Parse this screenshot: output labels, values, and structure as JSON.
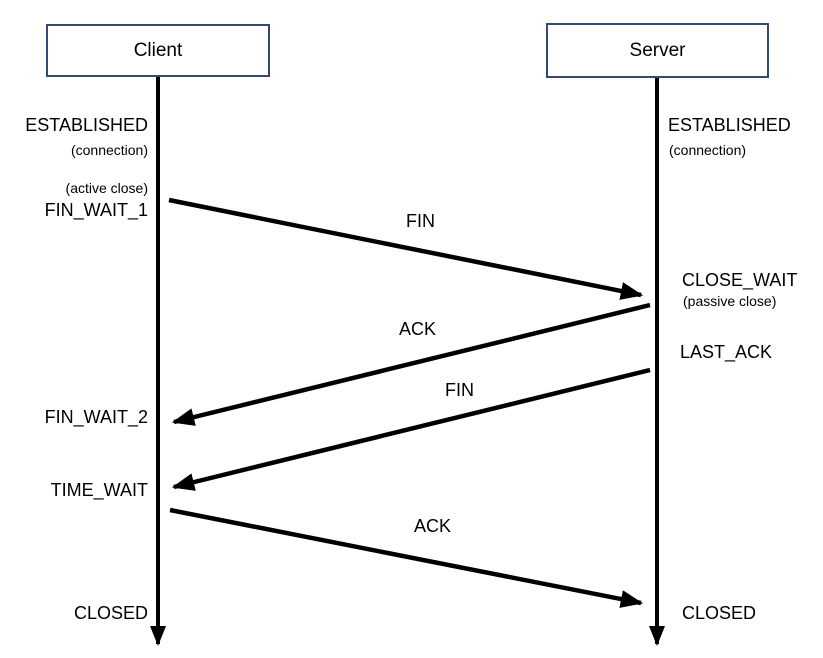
{
  "actors": {
    "client": "Client",
    "server": "Server"
  },
  "client_states": {
    "established": "ESTABLISHED",
    "connection_note": "(connection)",
    "active_close_note": "(active close)",
    "fin_wait_1": "FIN_WAIT_1",
    "fin_wait_2": "FIN_WAIT_2",
    "time_wait": "TIME_WAIT",
    "closed": "CLOSED"
  },
  "server_states": {
    "established": "ESTABLISHED",
    "connection_note": "(connection)",
    "close_wait": "CLOSE_WAIT",
    "passive_close_note": "(passive close)",
    "last_ack": "LAST_ACK",
    "closed": "CLOSED"
  },
  "messages": [
    {
      "label": "FIN",
      "from": "client",
      "to": "server"
    },
    {
      "label": "ACK",
      "from": "server",
      "to": "client"
    },
    {
      "label": "FIN",
      "from": "server",
      "to": "client"
    },
    {
      "label": "ACK",
      "from": "client",
      "to": "server"
    }
  ],
  "colors": {
    "box_border": "#334a72",
    "line": "#000000",
    "text": "#000000",
    "background": "#ffffff"
  }
}
